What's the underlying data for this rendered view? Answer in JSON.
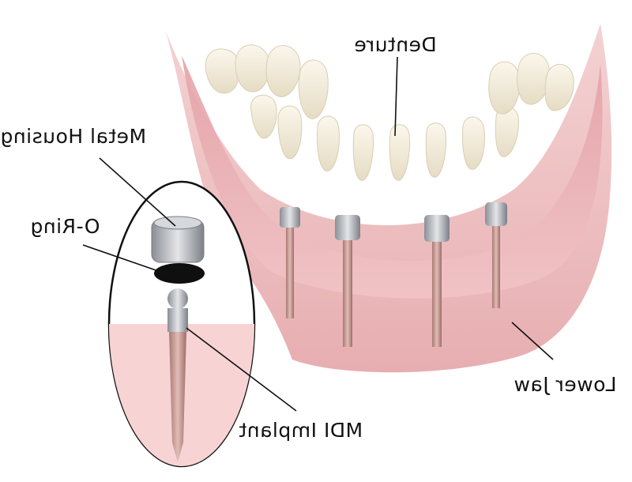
{
  "labels": {
    "denture": "Denture",
    "metal_housing": "Metal Housing",
    "o_ring": "O-Ring",
    "mdi_implant": "MDI Implant",
    "lower_jaw": "Lower Jaw"
  },
  "colors": {
    "gum": "#e8a9ad",
    "gum_dark": "#c9777f",
    "jaw_tissue": "#f3c9ca",
    "tooth": "#f6f0df",
    "metal": "#b9bcc2",
    "implant": "#c99c96",
    "oring": "#111111",
    "ellipse_fill": "#f7d3d4"
  }
}
